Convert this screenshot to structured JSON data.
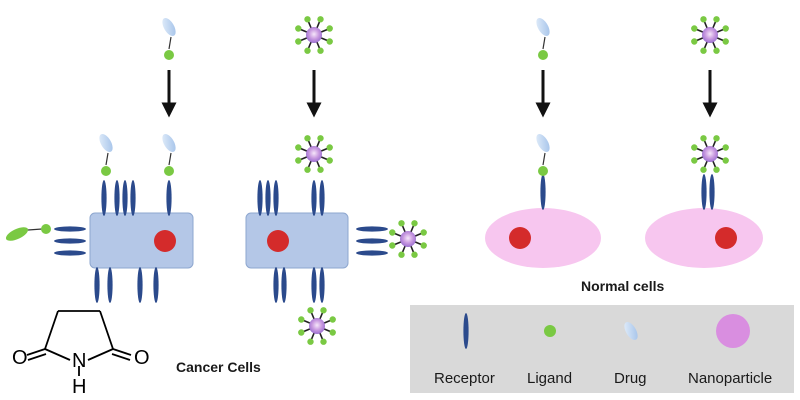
{
  "labels": {
    "cancer_cells": "Cancer Cells",
    "normal_cells": "Normal cells"
  },
  "legend": {
    "receptor": "Receptor",
    "ligand": "Ligand",
    "drug": "Drug",
    "nanoparticle": "Nanoparticle"
  },
  "molecule": {
    "oxygen_left": "O",
    "oxygen_right": "O",
    "nitrogen": "N",
    "hydrogen": "H"
  },
  "colors": {
    "receptor": "#2b4a8c",
    "ligand": "#7ac943",
    "drug": "#b9d3f0",
    "nanoparticle": "#d98ee0",
    "cancer_cell": "#b4c7e7",
    "normal_cell": "#f7c6ef",
    "nucleus": "#d42b2b",
    "legend_bg": "#d9d9d9"
  }
}
